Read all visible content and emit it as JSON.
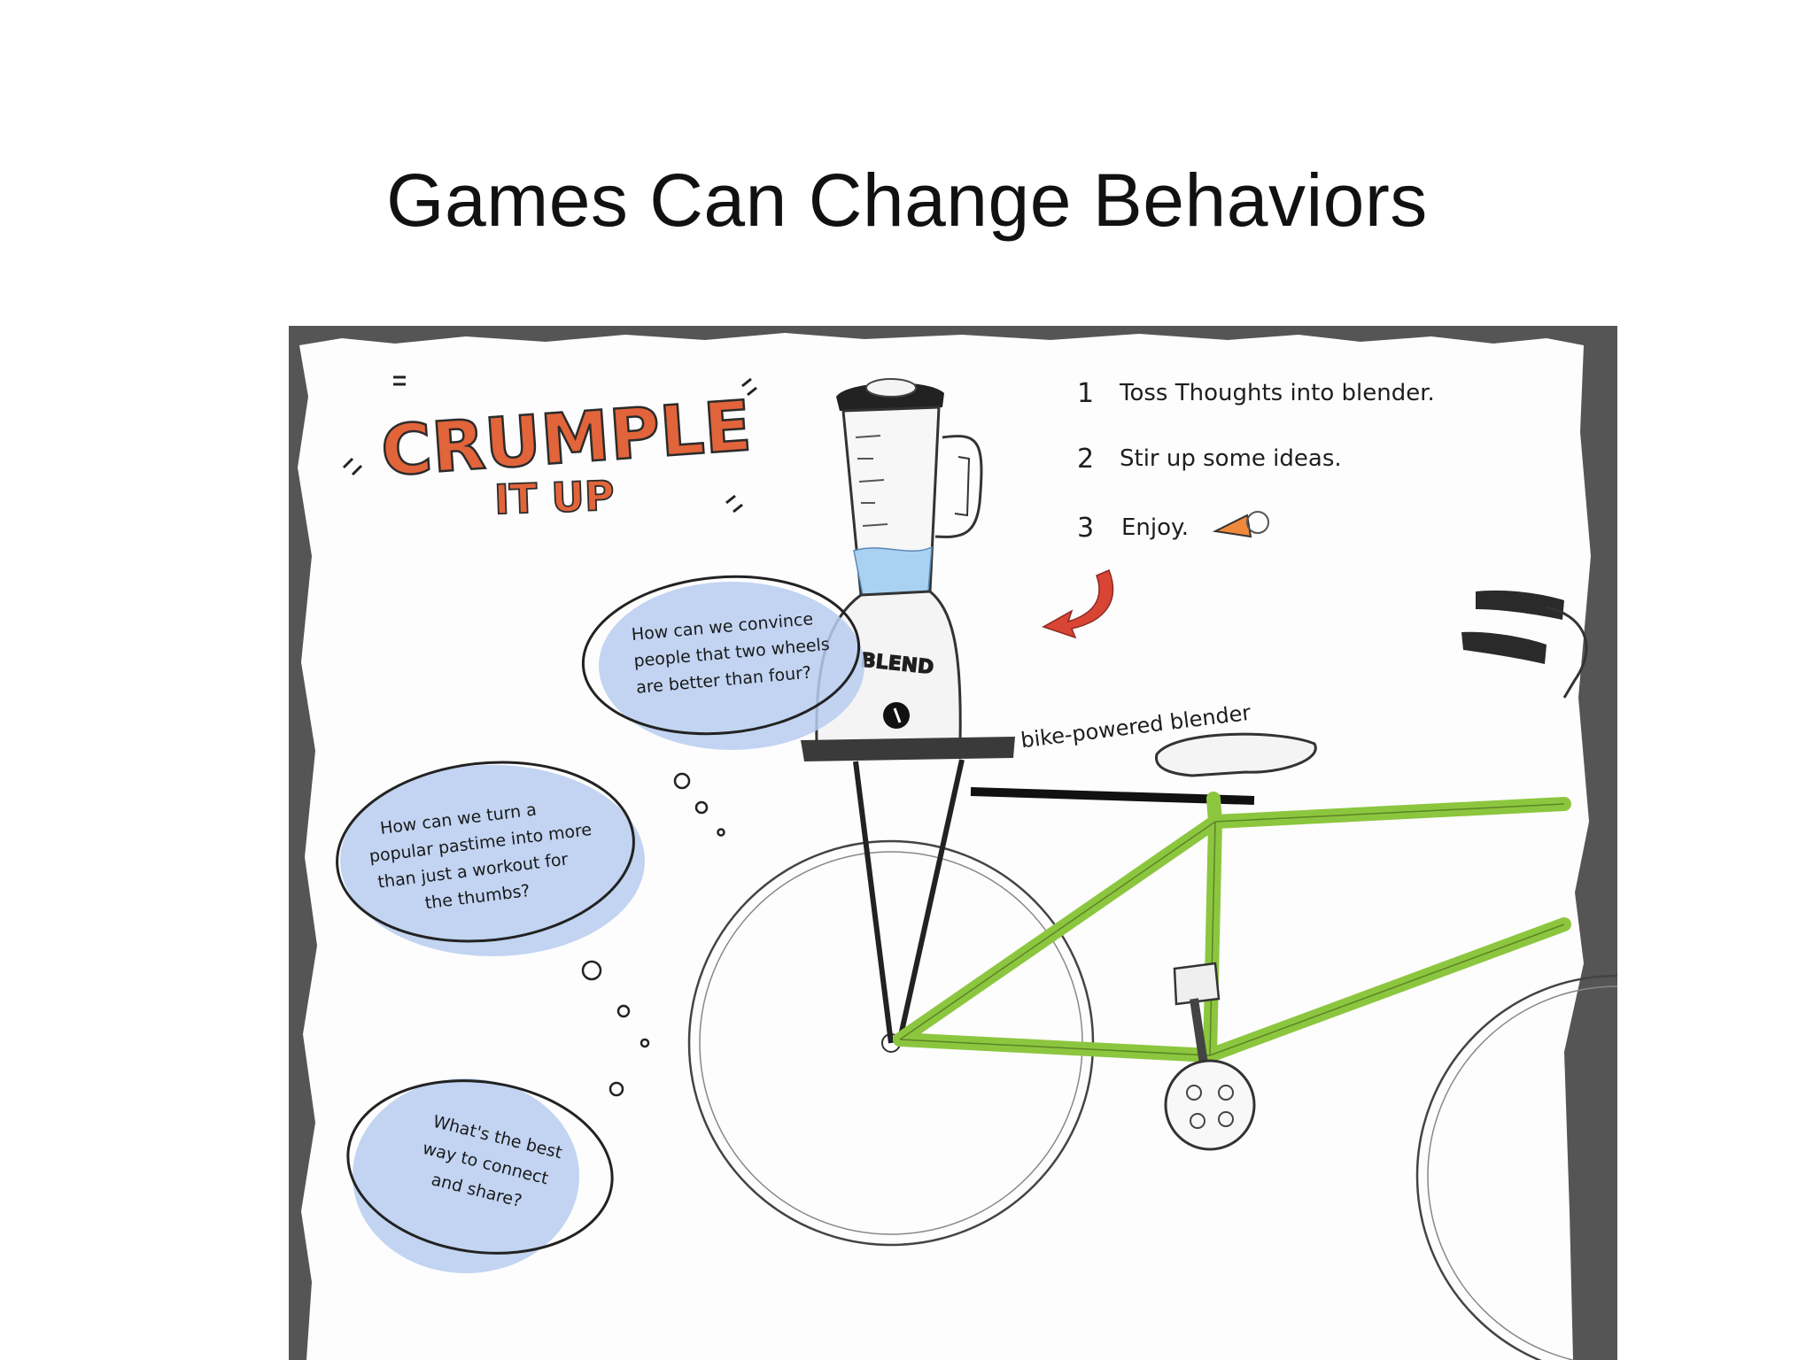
{
  "slide": {
    "title": "Games Can Change Behaviors"
  },
  "illustration": {
    "heading_line1": "CRUMPLE",
    "heading_line2": "IT UP",
    "steps": [
      {
        "number": "1",
        "text": "Toss Thoughts into blender."
      },
      {
        "number": "2",
        "text": "Stir up some ideas."
      },
      {
        "number": "3",
        "text": "Enjoy."
      }
    ],
    "blender_label": "BLEND",
    "caption": "bike-powered blender",
    "bubbles": [
      {
        "lines": [
          "How can we convince",
          "people that two wheels",
          "are better than four?"
        ]
      },
      {
        "lines": [
          "How can we turn a",
          "popular pastime into more",
          "than just a workout for",
          "the thumbs?"
        ]
      },
      {
        "lines": [
          "What's the best",
          "way to connect",
          "and share?"
        ]
      }
    ],
    "colors": {
      "crumple_orange": "#e2643a",
      "bike_green": "#8cc63f",
      "bubble_blue": "#b7ccf0",
      "water_blue": "#a9d2f2",
      "arrow_red": "#d94535",
      "frame_gray": "#555555"
    }
  }
}
